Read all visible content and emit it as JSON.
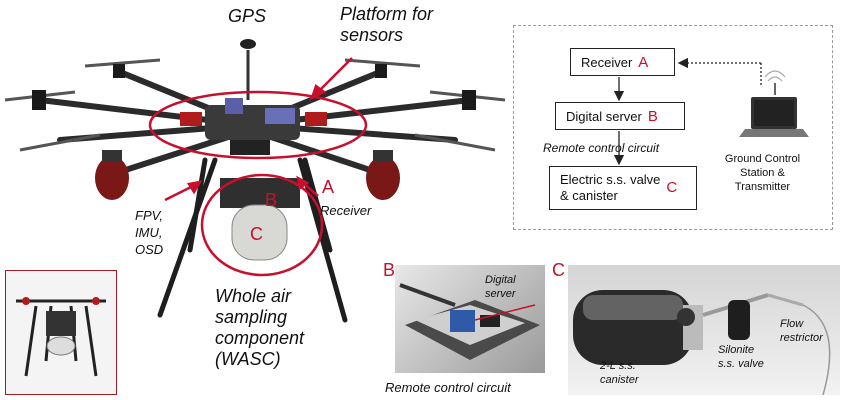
{
  "drone_labels": {
    "gps": "GPS",
    "platform": "Platform for sensors",
    "fpv": "FPV,",
    "imu": "IMU,",
    "osd": "OSD",
    "marker_a": "A",
    "receiver": "Receiver",
    "marker_b": "B",
    "marker_c": "C",
    "wasc_line1": "Whole air",
    "wasc_line2": "sampling",
    "wasc_line3": "component",
    "wasc_line4": "(WASC)"
  },
  "schematic": {
    "receiver": {
      "label": "Receiver",
      "letter": "A"
    },
    "digital_server": {
      "label": "Digital server",
      "letter": "B"
    },
    "remote_control": "Remote control circuit",
    "valve": {
      "line1": "Electric s.s. valve",
      "line2": "& canister",
      "letter": "C"
    },
    "ground_station_line1": "Ground Control",
    "ground_station_line2": "Station &",
    "ground_station_line3": "Transmitter"
  },
  "photo_b": {
    "letter": "B",
    "digital_server_line1": "Digital",
    "digital_server_line2": "server",
    "caption": "Remote control circuit"
  },
  "photo_c": {
    "letter": "C",
    "flow_line1": "Flow",
    "flow_line2": "restrictor",
    "canister_line1": "2-L s.s.",
    "canister_line2": "canister",
    "valve_line1": "Silonite",
    "valve_line2": "s.s. valve"
  },
  "colors": {
    "accent_red": "#c8102e",
    "frame_dark": "#2b2b2b"
  }
}
